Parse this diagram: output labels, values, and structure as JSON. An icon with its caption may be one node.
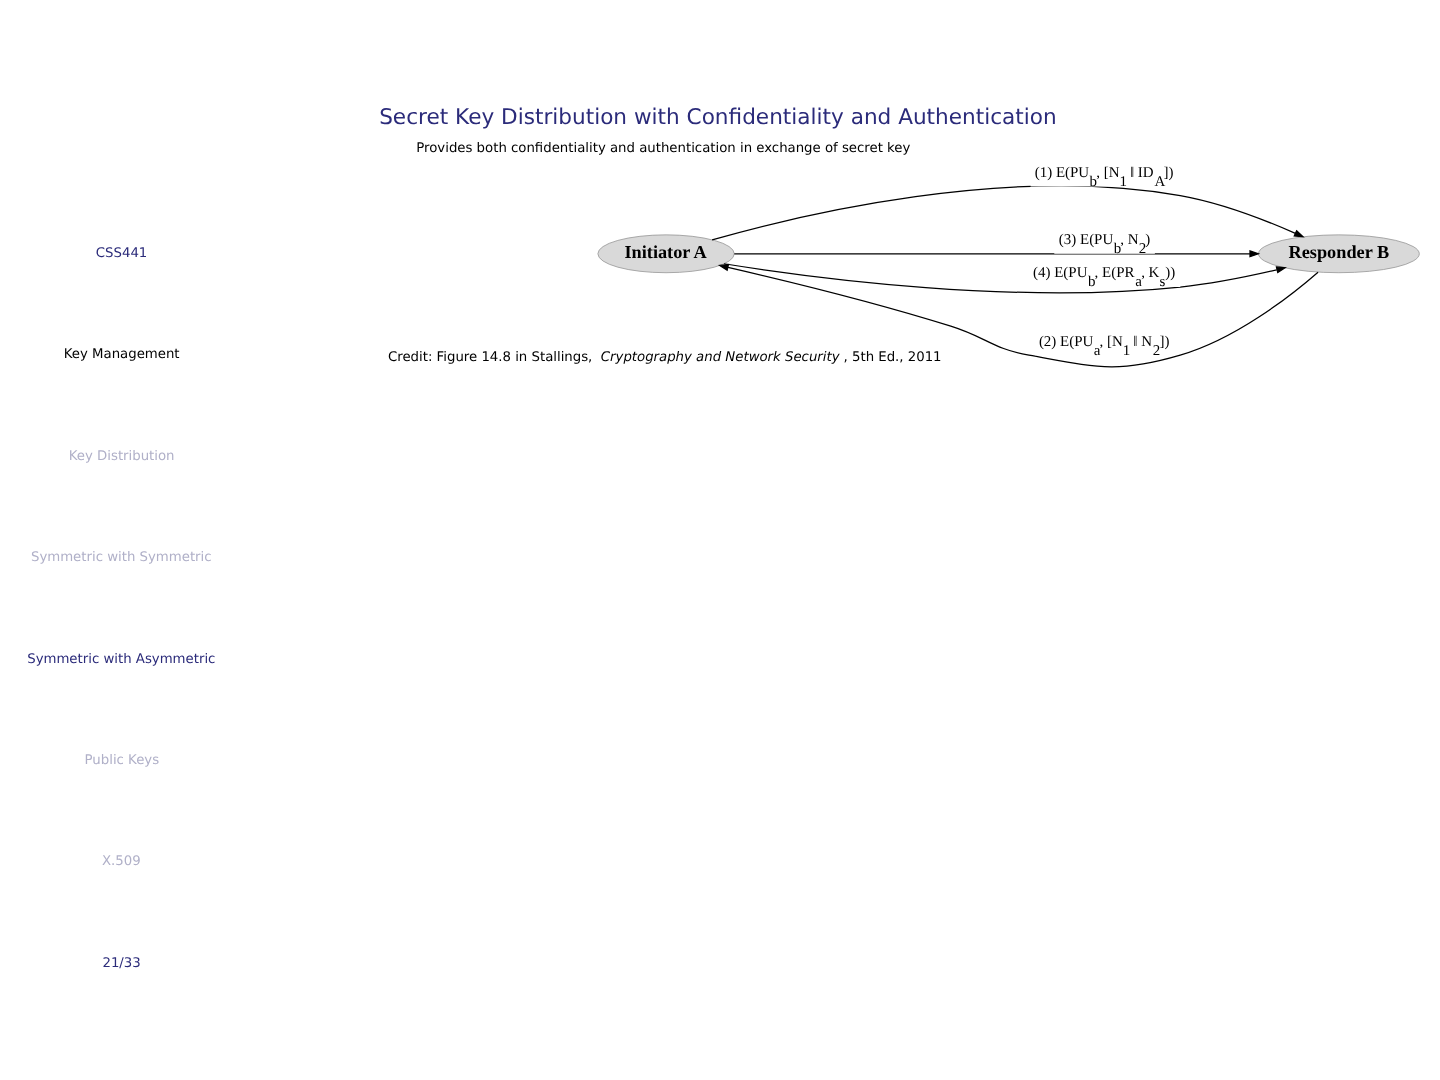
{
  "diagram": {
    "title": "Secret Key Distribution with Confidentiality and Authentication",
    "nodes": [
      {
        "text": [
          "Initiator A"
        ]
      },
      {
        "text": [
          "Responder B"
        ]
      }
    ],
    "edges": [
      {
        "from": 0,
        "to": 1,
        "arrow": "to",
        "label": "(1) E(PU$_{b}$, [N$_{1}$ ‖ ID$_{A}$])"
      },
      {
        "from": 1,
        "to": 0,
        "arrow": "to",
        "label": "(2) E(PU$_{a}$, [N$_{1}$ ‖ N$_{2}$])"
      },
      {
        "from": 0,
        "to": 1,
        "arrow": "to",
        "label": "(3) E(PU$_{b}$, N$_{2}$)"
      },
      {
        "from": 0,
        "to": 1,
        "arrow": "to",
        "label": "(4) E(PU$_{b}$, E(PR$_{a}$, K$_{s}$))"
      }
    ],
    "labels": [
      "CSS441",
      "Key Management",
      "Key Distribution",
      "Symmetric with Symmetric",
      "Symmetric with Asymmetric",
      "Public Keys",
      "X.509",
      "Provides both confidentiality and authentication in exchange of secret key",
      "Credit: Figure 14.8 in Stallings, *Cryptography and Network Security*, 5th Ed., 2011",
      "21/33"
    ]
  }
}
